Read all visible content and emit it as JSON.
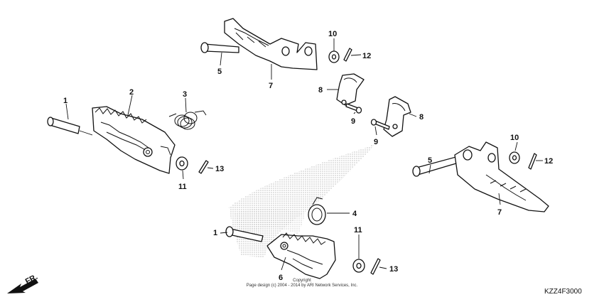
{
  "callouts": [
    {
      "id": "c1a",
      "text": "1"
    },
    {
      "id": "c2",
      "text": "2"
    },
    {
      "id": "c3",
      "text": "3"
    },
    {
      "id": "c4",
      "text": "4"
    },
    {
      "id": "c5a",
      "text": "5"
    },
    {
      "id": "c7a",
      "text": "7"
    },
    {
      "id": "c10a",
      "text": "10"
    },
    {
      "id": "c12a",
      "text": "12"
    },
    {
      "id": "c8a",
      "text": "8"
    },
    {
      "id": "c9a",
      "text": "9"
    },
    {
      "id": "c8b",
      "text": "8"
    },
    {
      "id": "c9b",
      "text": "9"
    },
    {
      "id": "c10b",
      "text": "10"
    },
    {
      "id": "c12b",
      "text": "12"
    },
    {
      "id": "c5b",
      "text": "5"
    },
    {
      "id": "c7b",
      "text": "7"
    },
    {
      "id": "c11a",
      "text": "11"
    },
    {
      "id": "c13a",
      "text": "13"
    },
    {
      "id": "c1b",
      "text": "1"
    },
    {
      "id": "c6",
      "text": "6"
    },
    {
      "id": "c11b",
      "text": "11"
    },
    {
      "id": "c13b",
      "text": "13"
    }
  ],
  "copyright_line1": "Copyright",
  "copyright_line2": "Page design (c) 2004 - 2014 by ARI Network Services, Inc.",
  "diagram_code": "KZZ4F3000",
  "front_arrow_label": "FR."
}
